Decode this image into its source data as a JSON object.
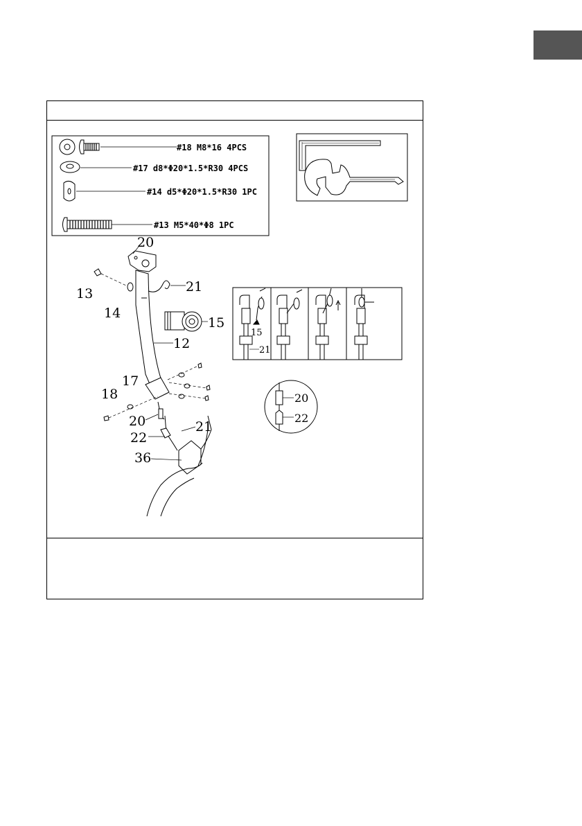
{
  "hardware": {
    "item18": "#18  M8*16 4PCS",
    "item17": "#17 d8*Φ20*1.5*R30 4PCS",
    "item14": "#14 d5*Φ20*1.5*R30 1PC",
    "item13": "#13 M5*40*Φ8 1PC"
  },
  "callouts": {
    "c20_top": "20",
    "c13": "13",
    "c14": "14",
    "c21_top": "21",
    "c15": "15",
    "c12": "12",
    "c17": "17",
    "c18": "18",
    "c20_bottom": "20",
    "c21_bottom": "21",
    "c22": "22",
    "c36": "36"
  },
  "detail": {
    "s15": "15",
    "s21": "21",
    "c20": "20",
    "c22": "22"
  }
}
